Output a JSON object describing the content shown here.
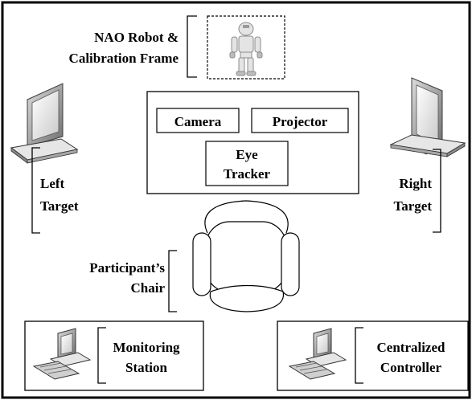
{
  "labels": {
    "robot_line1": "NAO Robot &",
    "robot_line2": "Calibration Frame",
    "camera": "Camera",
    "projector": "Projector",
    "eye_tracker_line1": "Eye",
    "eye_tracker_line2": "Tracker",
    "left_target_line1": "Left",
    "left_target_line2": "Target",
    "right_target_line1": "Right",
    "right_target_line2": "Target",
    "chair_line1": "Participant’s",
    "chair_line2": "Chair",
    "monitoring_line1": "Monitoring",
    "monitoring_line2": "Station",
    "controller_line1": "Centralized",
    "controller_line2": "Controller"
  },
  "icons": [
    "humanoid-robot-icon",
    "monitor-icon",
    "computer-workstation-icon",
    "office-chair-icon"
  ]
}
